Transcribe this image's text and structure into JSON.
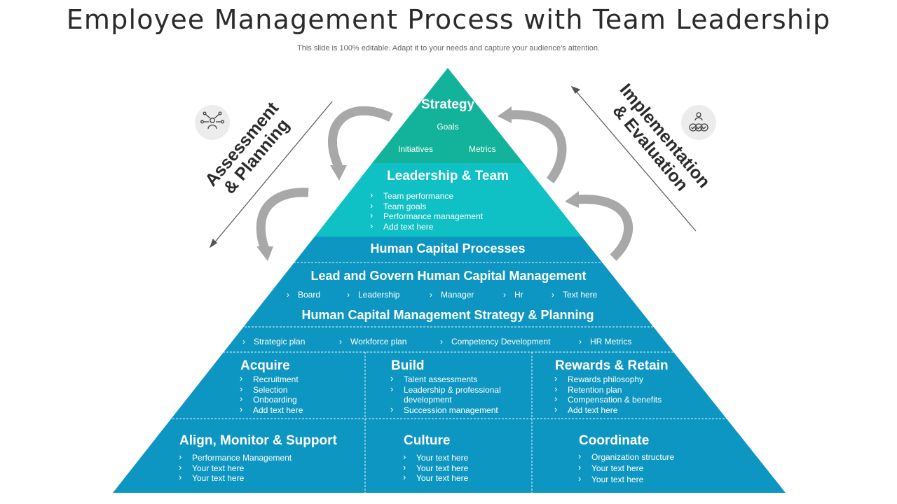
{
  "header": {
    "title": "Employee Management Process with Team Leadership",
    "subtitle": "This slide is 100% editable. Adapt it to your needs and capture your audience's attention."
  },
  "colors": {
    "strategy": "#12b39a",
    "leadership": "#0fc0c5",
    "base": "#0e96c2",
    "arrow_gray": "#a8a8a8",
    "divider": "#ffffff"
  },
  "left_label": {
    "line1": "Assessment",
    "line2": "& Planning",
    "icon": "people-network-icon"
  },
  "right_label": {
    "line1": "Implementation",
    "line2": "& Evaluation",
    "icon": "team-checks-icon"
  },
  "strategy": {
    "title": "Strategy",
    "items": [
      "Goals",
      "Initiatives",
      "Metrics"
    ]
  },
  "leadership": {
    "title": "Leadership & Team",
    "items": [
      "Team performance",
      "Team goals",
      "Performance management",
      "Add text here"
    ]
  },
  "hcp": {
    "title": "Human Capital Processes"
  },
  "govern": {
    "title": "Lead and Govern Human Capital Management",
    "items": [
      "Board",
      "Leadership",
      "Manager",
      "Hr",
      "Text here"
    ]
  },
  "hcm": {
    "title": "Human Capital Management Strategy & Planning",
    "items": [
      "Strategic plan",
      "Workforce plan",
      "Competency Development",
      "HR Metrics"
    ]
  },
  "acquire": {
    "title": "Acquire",
    "items": [
      "Recruitment",
      "Selection",
      "Onboarding",
      "Add text here"
    ]
  },
  "build": {
    "title": "Build",
    "items": [
      "Talent assessments",
      "Leadership & professional development",
      "Succession management"
    ]
  },
  "rewards": {
    "title": "Rewards & Retain",
    "items": [
      "Rewards philosophy",
      "Retention plan",
      "Compensation & benefits",
      "Add text here"
    ]
  },
  "align": {
    "title": "Align, Monitor & Support",
    "items": [
      "Performance Management",
      "Your text here",
      "Your text here"
    ]
  },
  "culture": {
    "title": "Culture",
    "items": [
      "Your text here",
      "Your text here",
      "Your text here"
    ]
  },
  "coordinate": {
    "title": "Coordinate",
    "items": [
      "Organization structure",
      "Your text here",
      "Your text here"
    ]
  }
}
